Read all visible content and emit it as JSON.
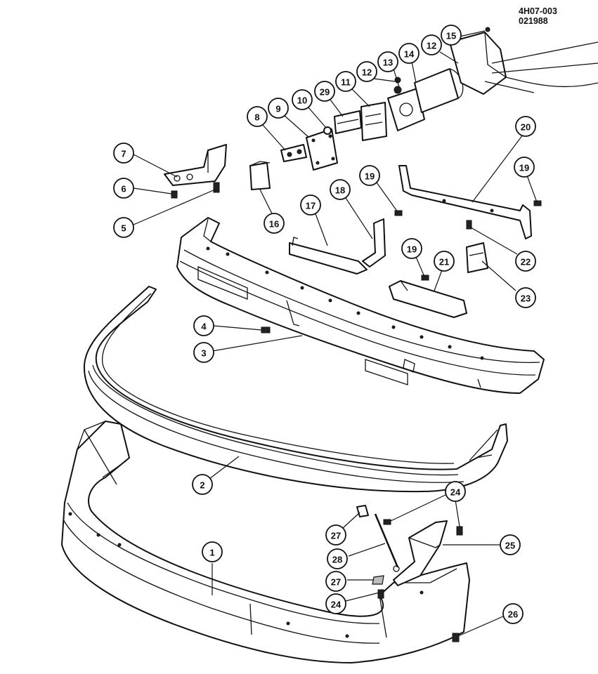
{
  "header": {
    "drawing_code": "4H07-003",
    "date_code": "021988"
  },
  "callouts": [
    {
      "id": "c1",
      "label": "1"
    },
    {
      "id": "c2",
      "label": "2"
    },
    {
      "id": "c3",
      "label": "3"
    },
    {
      "id": "c4",
      "label": "4"
    },
    {
      "id": "c5",
      "label": "5"
    },
    {
      "id": "c6",
      "label": "6"
    },
    {
      "id": "c7",
      "label": "7"
    },
    {
      "id": "c8",
      "label": "8"
    },
    {
      "id": "c9",
      "label": "9"
    },
    {
      "id": "c10",
      "label": "10"
    },
    {
      "id": "c29",
      "label": "29"
    },
    {
      "id": "c11",
      "label": "11"
    },
    {
      "id": "c12a",
      "label": "12"
    },
    {
      "id": "c13",
      "label": "13"
    },
    {
      "id": "c14",
      "label": "14"
    },
    {
      "id": "c12b",
      "label": "12"
    },
    {
      "id": "c15",
      "label": "15"
    },
    {
      "id": "c16",
      "label": "16"
    },
    {
      "id": "c17",
      "label": "17"
    },
    {
      "id": "c18",
      "label": "18"
    },
    {
      "id": "c19a",
      "label": "19"
    },
    {
      "id": "c20",
      "label": "20"
    },
    {
      "id": "c19b",
      "label": "19"
    },
    {
      "id": "c22",
      "label": "22"
    },
    {
      "id": "c19c",
      "label": "19"
    },
    {
      "id": "c21",
      "label": "21"
    },
    {
      "id": "c23",
      "label": "23"
    },
    {
      "id": "c24a",
      "label": "24"
    },
    {
      "id": "c27a",
      "label": "27"
    },
    {
      "id": "c25",
      "label": "25"
    },
    {
      "id": "c28",
      "label": "28"
    },
    {
      "id": "c27b",
      "label": "27"
    },
    {
      "id": "c24b",
      "label": "24"
    },
    {
      "id": "c26",
      "label": "26"
    }
  ]
}
